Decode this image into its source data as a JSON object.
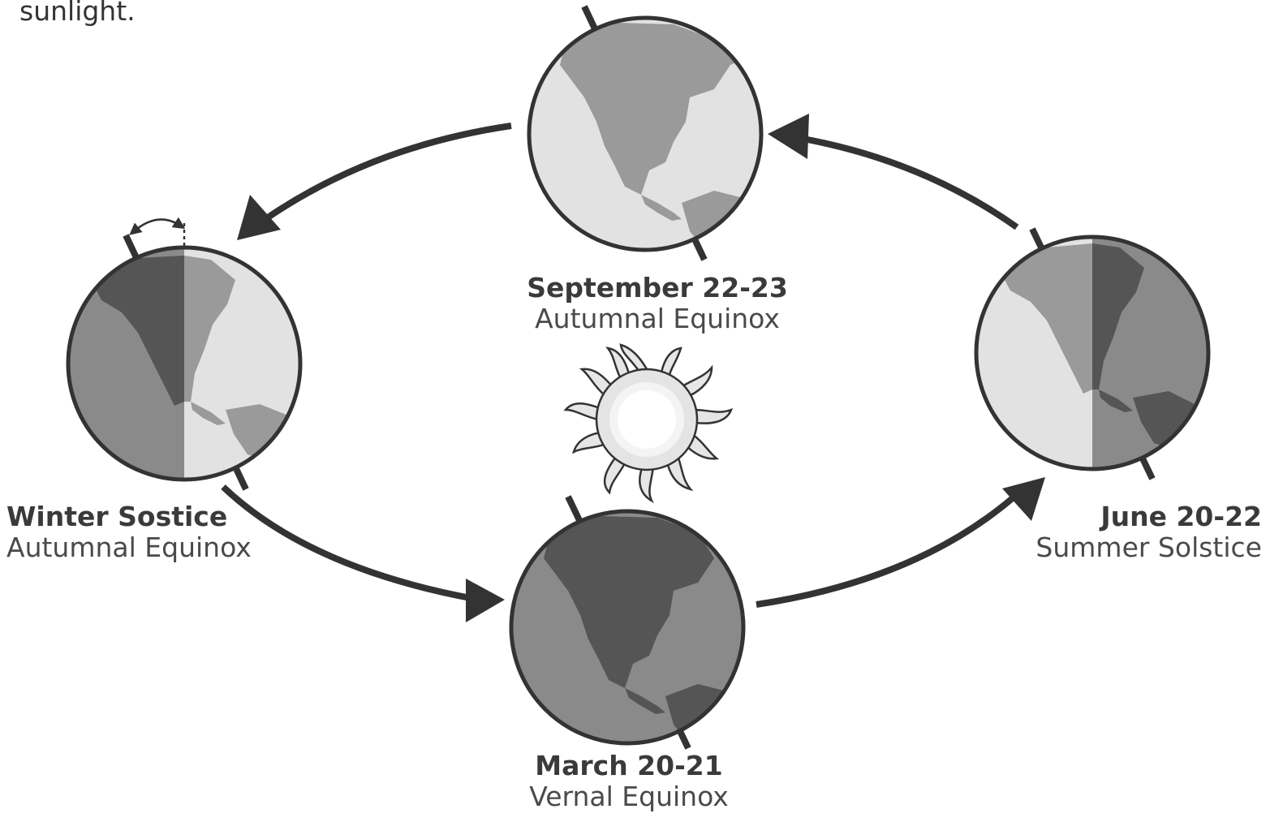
{
  "caption": "sunlight.",
  "seasons": [
    {
      "title": "September 22-23",
      "subtitle": "Autumnal Equinox"
    },
    {
      "title": "Winter Sostice",
      "subtitle": "Autumnal Equinox"
    },
    {
      "title": "June 20-22",
      "subtitle": "Summer Solstice"
    },
    {
      "title": "March 20-21",
      "subtitle": "Vernal Equinox"
    }
  ],
  "colors": {
    "ocean_lit": "#e2e2e2",
    "land_lit": "#9a9a9a",
    "ocean_shadow": "#8a8a8a",
    "land_shadow": "#555555",
    "outline": "#333333",
    "arrow": "#333333",
    "sun_ray": "#e6e6e6",
    "sun_core": "#ffffff"
  }
}
